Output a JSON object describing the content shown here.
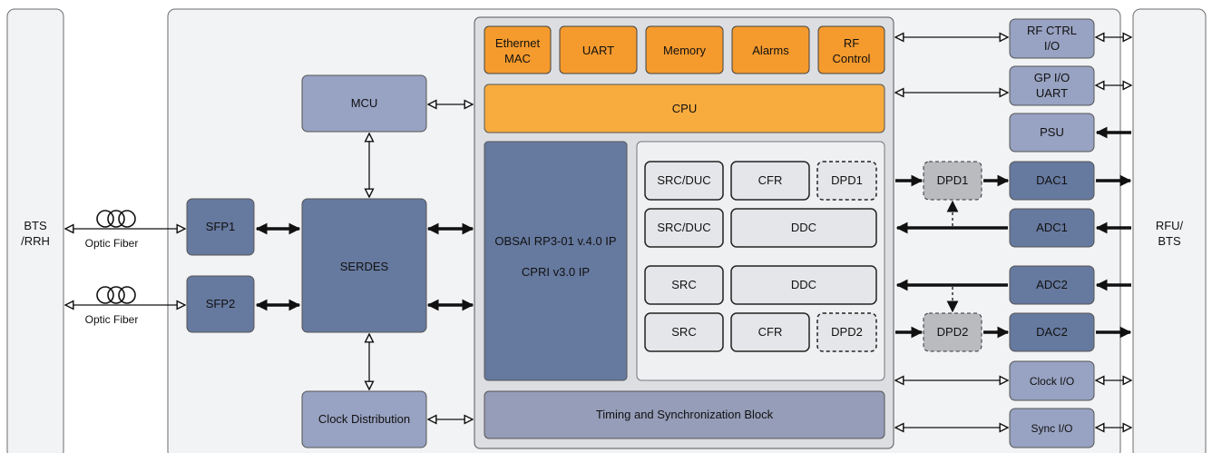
{
  "side_panels": {
    "left": [
      "BTS",
      "/RRH"
    ],
    "right": [
      "RFU/",
      "BTS"
    ]
  },
  "fiber_label": "Optic Fiber",
  "blocks": {
    "mcu": "MCU",
    "serdes": "SERDES",
    "clock_distribution": "Clock Distribution",
    "sfp1": "SFP1",
    "sfp2": "SFP2",
    "cpu": "CPU",
    "obsai": "OBSAI RP3-01 v.4.0 IP",
    "cpri": "CPRI v3.0 IP",
    "timing": "Timing and Synchronization Block"
  },
  "peripherals": [
    [
      "Ethernet",
      "MAC"
    ],
    [
      "UART"
    ],
    [
      "Memory"
    ],
    [
      "Alarms"
    ],
    [
      "RF",
      "Control"
    ]
  ],
  "dsp_rows": [
    [
      "SRC/DUC",
      "CFR",
      "DPD1"
    ],
    [
      "SRC/DUC",
      "DDC"
    ],
    [
      "SRC",
      "DDC"
    ],
    [
      "SRC",
      "CFR",
      "DPD2"
    ]
  ],
  "dpd_external": [
    "DPD1",
    "DPD2"
  ],
  "io_blocks": [
    [
      "RF CTRL",
      "I/O"
    ],
    [
      "GP I/O",
      "UART"
    ],
    [
      "PSU"
    ],
    [
      "DAC1"
    ],
    [
      "ADC1"
    ],
    [
      "ADC2"
    ],
    [
      "DAC2"
    ],
    [
      "Clock I/O"
    ],
    [
      "Sync I/O"
    ]
  ],
  "colors": {
    "panel_bg": "#f2f3f5",
    "panel_border": "#6e6e6e",
    "light_block": "#98a2c2",
    "dark_block": "#66799f",
    "orange": "#f59a2d",
    "cpu_yellow": "#f8ac3e",
    "fpga_bg": "#dcdee2",
    "dsp_block": "#e4e6e9",
    "dpd_grey": "#b9bbbf",
    "timing_block": "#959db8"
  }
}
